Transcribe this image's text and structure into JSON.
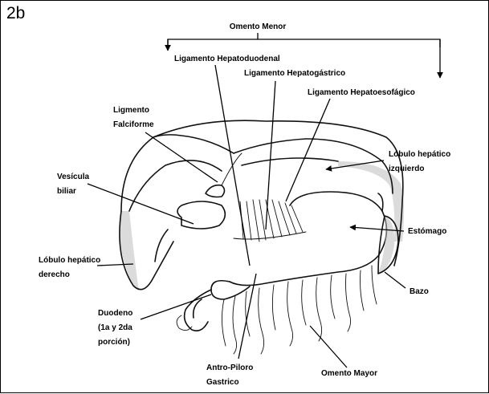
{
  "figure": {
    "panel_label": "2b",
    "labels": {
      "omento_menor": "Omento Menor",
      "lig_hepatoduodenal": "Ligamento Hepatoduodenal",
      "lig_hepatogastrico": "Ligamento Hepatogástrico",
      "lig_hepatoesofagico": "Ligamento Hepatoesofágico",
      "lig_falciforme_1": "Ligmento",
      "lig_falciforme_2": "Falciforme",
      "vesicula_1": "Vesícula",
      "vesicula_2": "biliar",
      "lobulo_izq_1": "Lóbulo hepático",
      "lobulo_izq_2": "izquierdo",
      "estomago": "Estómago",
      "lobulo_der_1": "Lóbulo hepático",
      "lobulo_der_2": "derecho",
      "bazo": "Bazo",
      "duodeno_1": "Duodeno",
      "duodeno_2": "(1a y 2da",
      "duodeno_3": "porción)",
      "antro_1": "Antro-Piloro",
      "antro_2": "Gastrico",
      "omento_mayor": "Omento Mayor"
    }
  }
}
